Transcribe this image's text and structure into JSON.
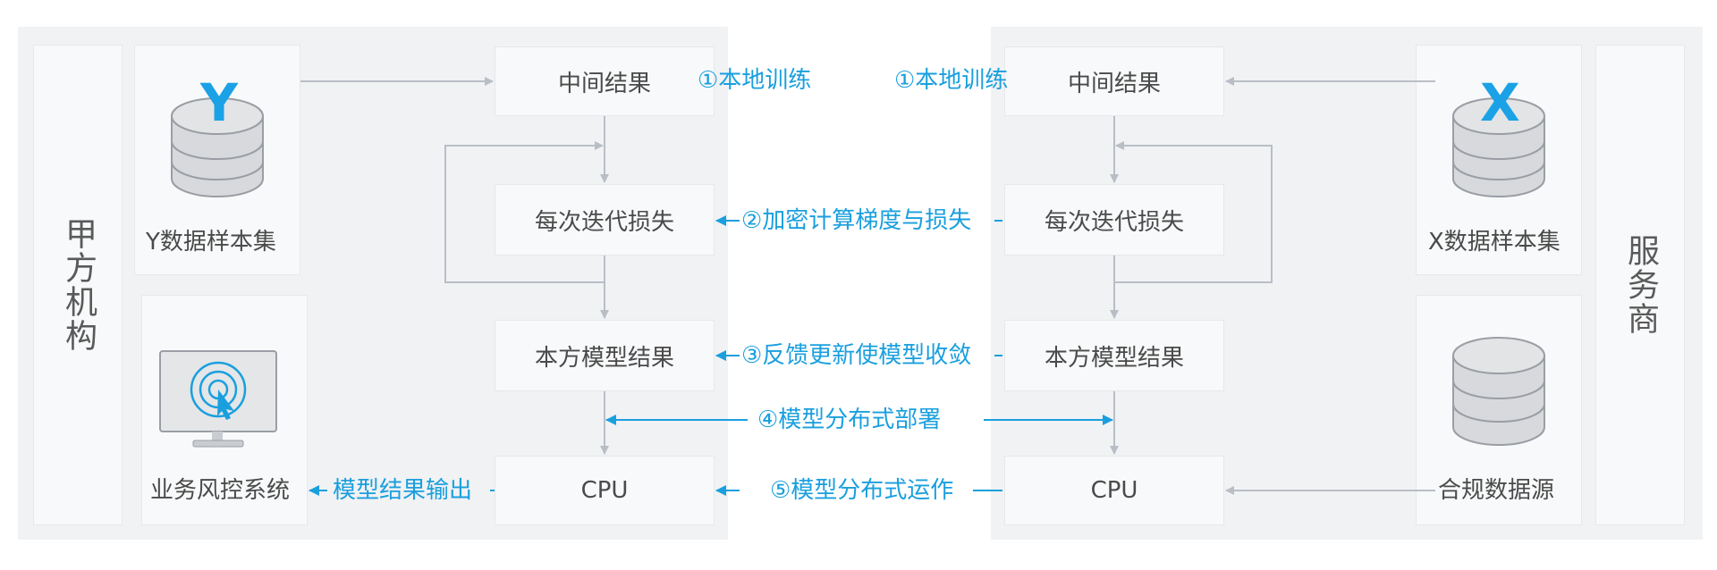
{
  "left_org": {
    "title": "甲方机构",
    "dataset_letter": "Y",
    "dataset_label": "Y数据样本集",
    "risk_system_label": "业务风控系统"
  },
  "right_org": {
    "title": "服务商",
    "dataset_letter": "X",
    "dataset_label": "X数据样本集",
    "compliance_label": "合规数据源"
  },
  "left_flow": {
    "intermediate": "中间结果",
    "iteration_loss": "每次迭代损失",
    "model_result": "本方模型结果",
    "cpu": "CPU"
  },
  "right_flow": {
    "intermediate": "中间结果",
    "iteration_loss": "每次迭代损失",
    "model_result": "本方模型结果",
    "cpu": "CPU"
  },
  "steps": {
    "local_train_left": "①本地训练",
    "local_train_right": "①本地训练",
    "encrypt_gradient": "②加密计算梯度与损失",
    "feedback_update": "③反馈更新使模型收敛",
    "distributed_deploy": "④模型分布式部署",
    "distributed_run": "⑤模型分布式运作",
    "result_output": "模型结果输出"
  },
  "colors": {
    "accent": "#1a9fde",
    "panel": "#f1f2f4",
    "box": "#f8f9fa",
    "line": "#b9bec6",
    "text": "#4a4a4a"
  }
}
